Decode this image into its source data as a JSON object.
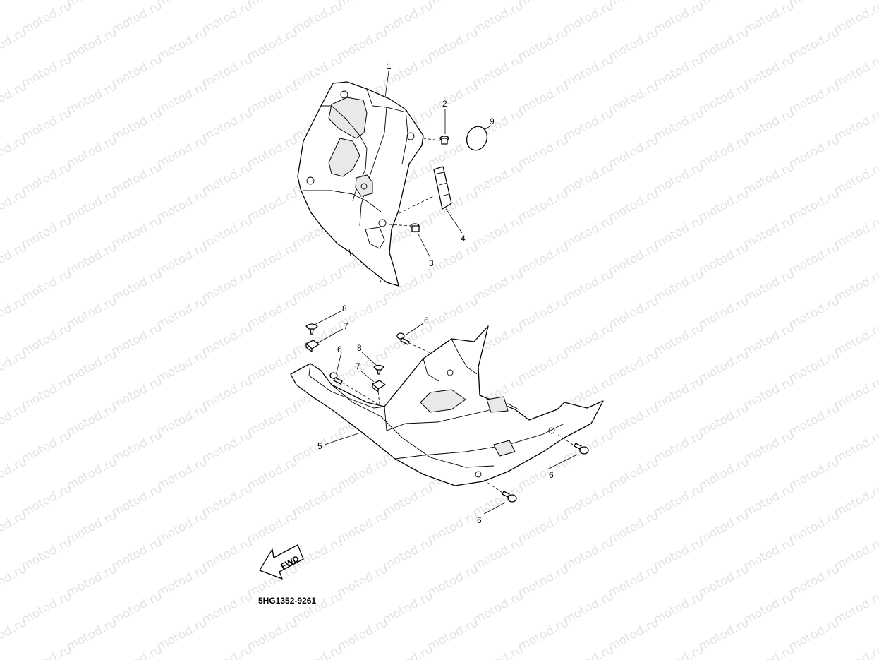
{
  "watermark": "motod.ru",
  "diagram_code": "5HG1352-9261",
  "fwd_label": "FWD",
  "callouts": {
    "c1": "1",
    "c2": "2",
    "c3": "3",
    "c4": "4",
    "c9": "9",
    "c8a": "8",
    "c7a": "7",
    "c6a": "6",
    "c6b": "6",
    "c8b": "8",
    "c7b": "7",
    "c5": "5",
    "c6c": "6",
    "c6d": "6"
  }
}
